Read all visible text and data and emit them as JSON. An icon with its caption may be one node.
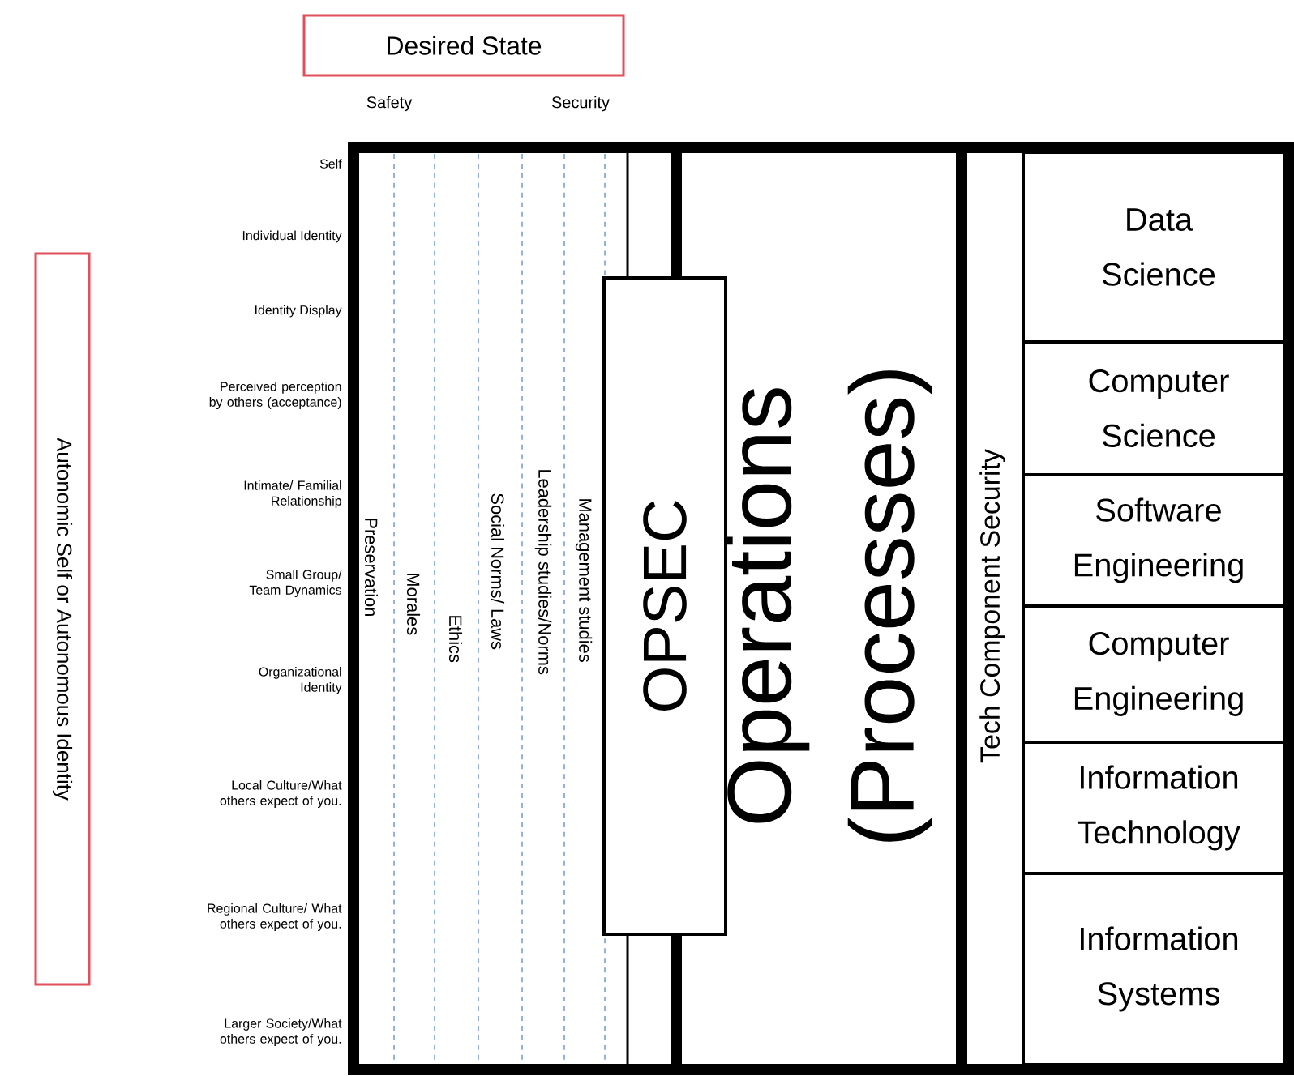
{
  "diagram": {
    "nodes": [
      {
        "text": [
          "Desired State"
        ]
      },
      {
        "text": [
          "Autonomic Self or Autonomous Identity"
        ]
      },
      {
        "text": [
          "OPSEC"
        ]
      },
      {
        "text": [
          "Operations (Processes)"
        ]
      },
      {
        "text": [
          "Tech Component Security"
        ]
      },
      {
        "text": [
          "Data Science"
        ]
      },
      {
        "text": [
          "Computer Science"
        ]
      },
      {
        "text": [
          "Software Engineering"
        ]
      },
      {
        "text": [
          "Computer Engineering"
        ]
      },
      {
        "text": [
          "Information Technology"
        ]
      },
      {
        "text": [
          "Information Systems"
        ]
      }
    ],
    "labels": [
      "Safety",
      "Security",
      "Self",
      "Individual Identity",
      "Identity Display",
      "Perceived perception by others (acceptance)",
      "Intimate/ Familial Relationship",
      "Small Group/ Team Dynamics",
      "Organizational Identity",
      "Local Culture/What others expect of you.",
      "Regional Culture/ What others expect of you.",
      "Larger Society/What others expect of you.",
      "Preservation",
      "Morales",
      "Ethics",
      "Social Norms/ Laws",
      "Leadership studies/Norms",
      "Management studies"
    ]
  }
}
